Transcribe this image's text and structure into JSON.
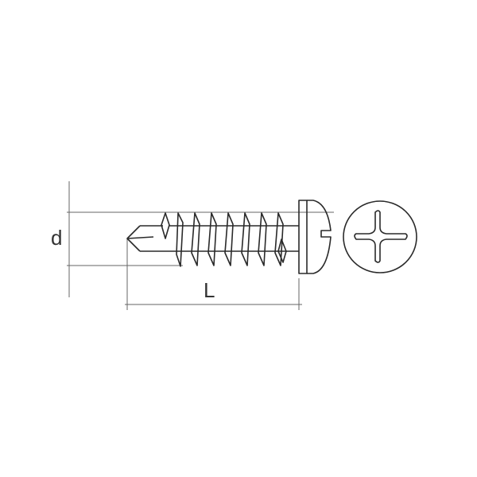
{
  "diagram": {
    "subject": "Self-drilling pan head Phillips screw",
    "labels": {
      "diameter": "d",
      "length": "L"
    },
    "colors": {
      "line": "#2a2a2a",
      "dimension_line": "#555555",
      "background": "#ffffff"
    },
    "views": [
      "side-view",
      "head-top-view"
    ]
  }
}
